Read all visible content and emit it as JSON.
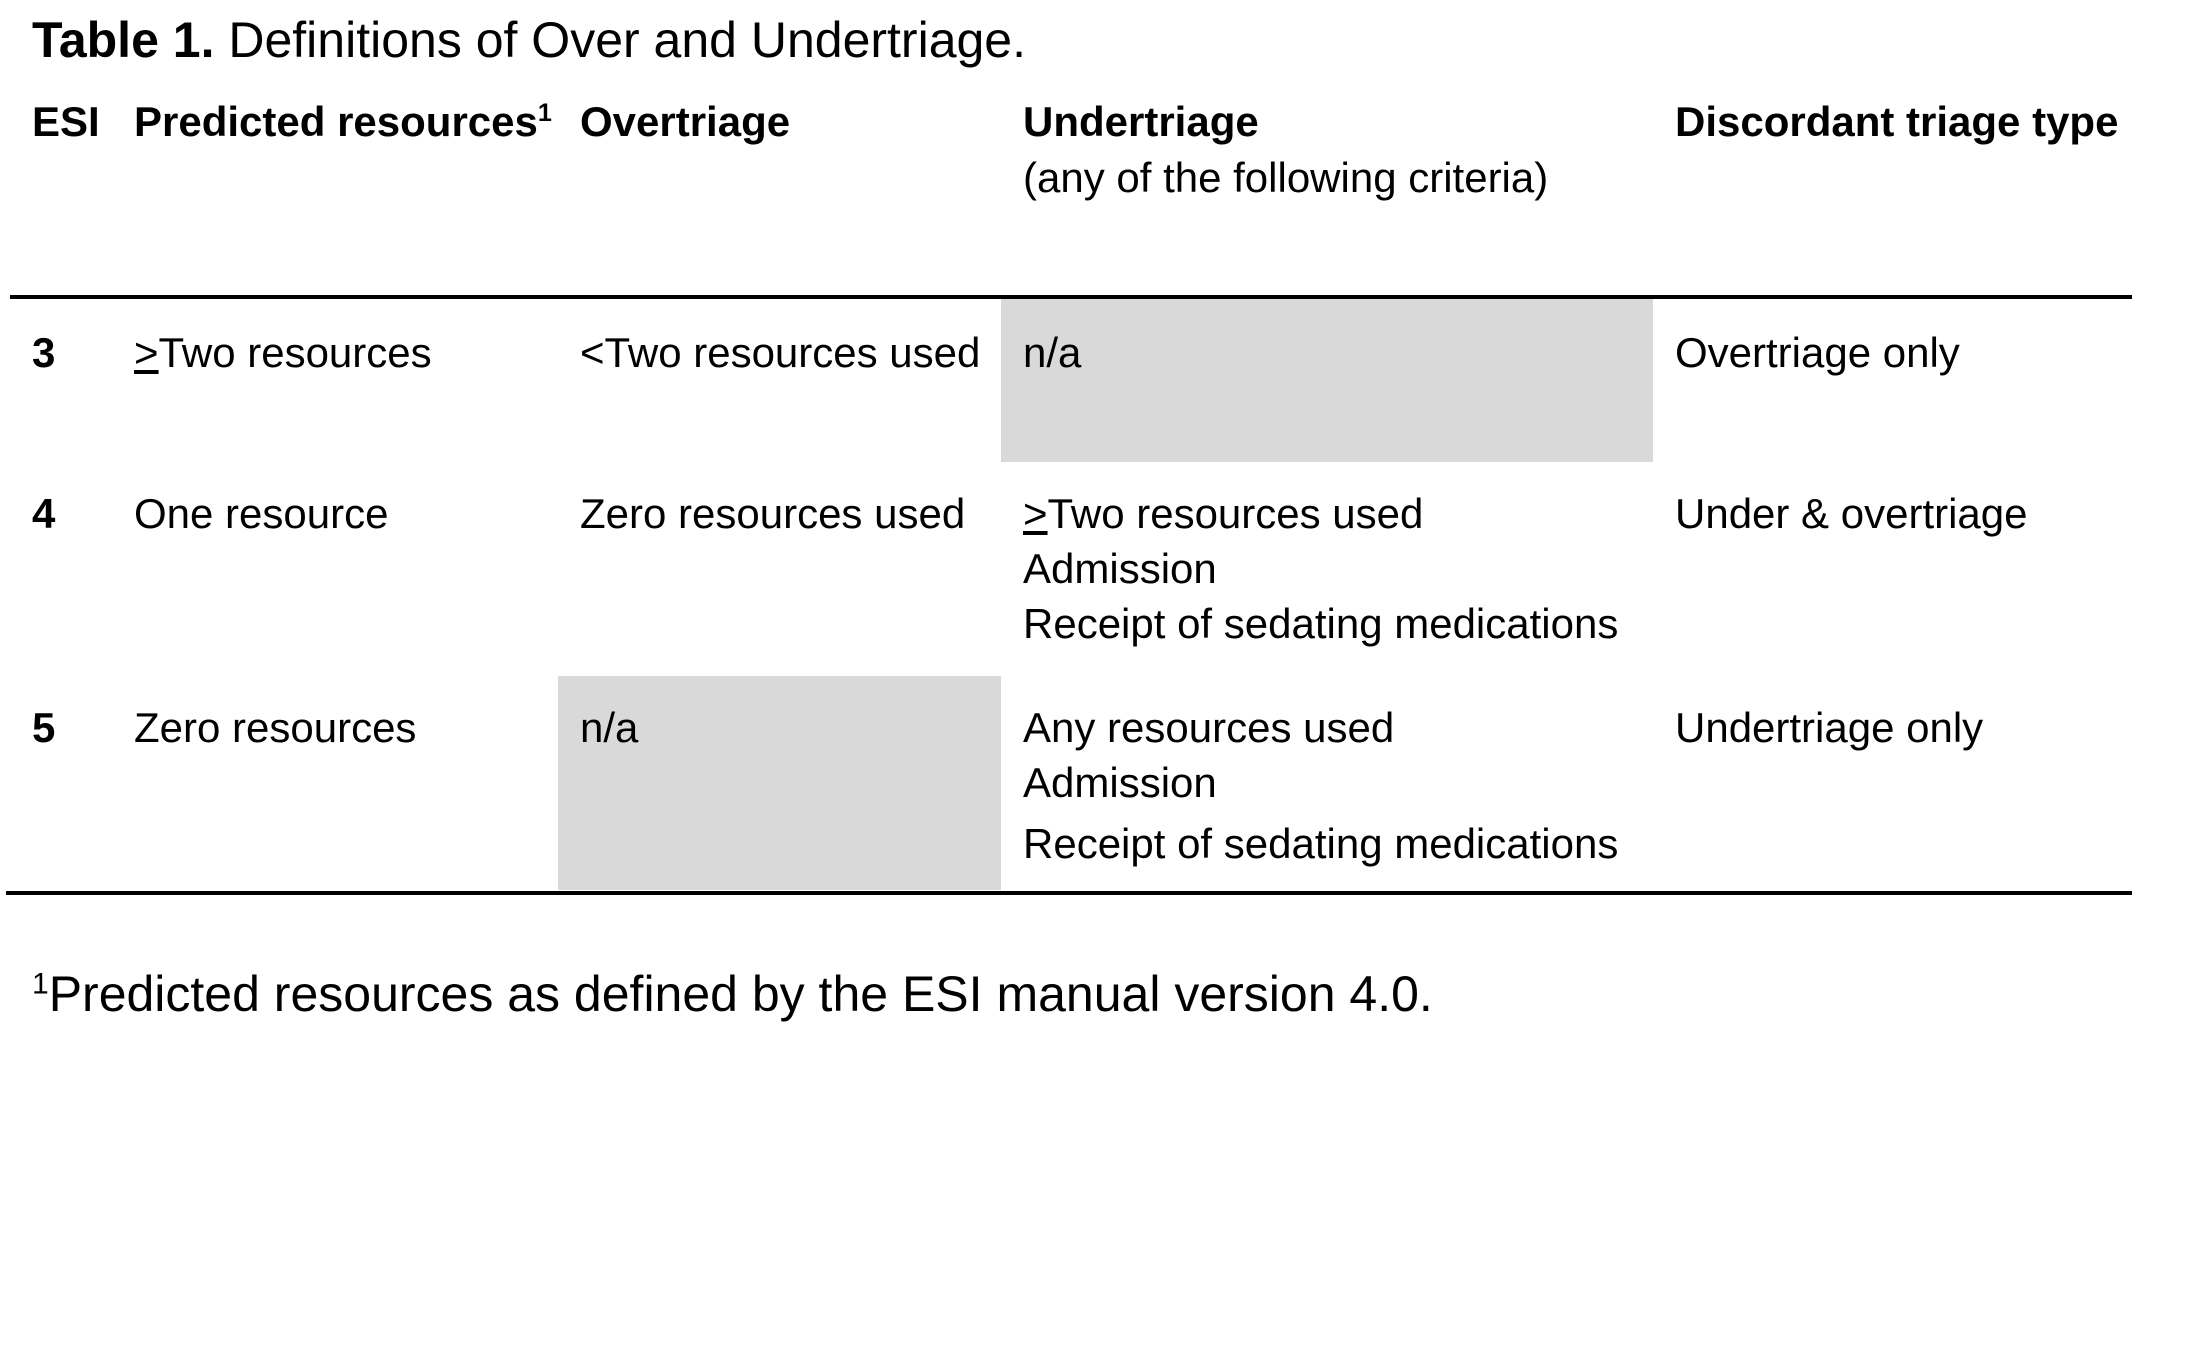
{
  "caption": {
    "label": "Table 1.",
    "text": " Definitions of Over and Undertriage."
  },
  "table": {
    "headers": {
      "esi": "ESI",
      "predicted": "Predicted resources",
      "predicted_sup": "1",
      "overtriage": "Overtriage",
      "undertriage": "Undertriage",
      "undertriage_sub": "(any of the following criteria)",
      "discordant": "Discordant triage type"
    },
    "rows": [
      {
        "esi": "3",
        "predicted_symbol": ">",
        "predicted_text": "Two resources",
        "overtriage": "<Two resources used",
        "undertriage_lines": [
          "n/a"
        ],
        "discordant": "Overtriage only"
      },
      {
        "esi": "4",
        "predicted_text": "One resource",
        "overtriage": "Zero resources used",
        "undertriage_symbol": ">",
        "undertriage_first": "Two resources used",
        "undertriage_lines": [
          "Admission",
          "Receipt of sedating medications"
        ],
        "discordant": "Under & overtriage"
      },
      {
        "esi": "5",
        "predicted_text": "Zero resources",
        "overtriage": "n/a",
        "undertriage_lines": [
          "Any resources used",
          "Admission",
          "Receipt of sedating medications"
        ],
        "discordant": "Undertriage only"
      }
    ]
  },
  "footnote": {
    "sup": "1",
    "text": "Predicted resources as defined by the ESI manual version 4.0."
  },
  "colors": {
    "shade": "#d9d9d9",
    "text": "#000000"
  }
}
